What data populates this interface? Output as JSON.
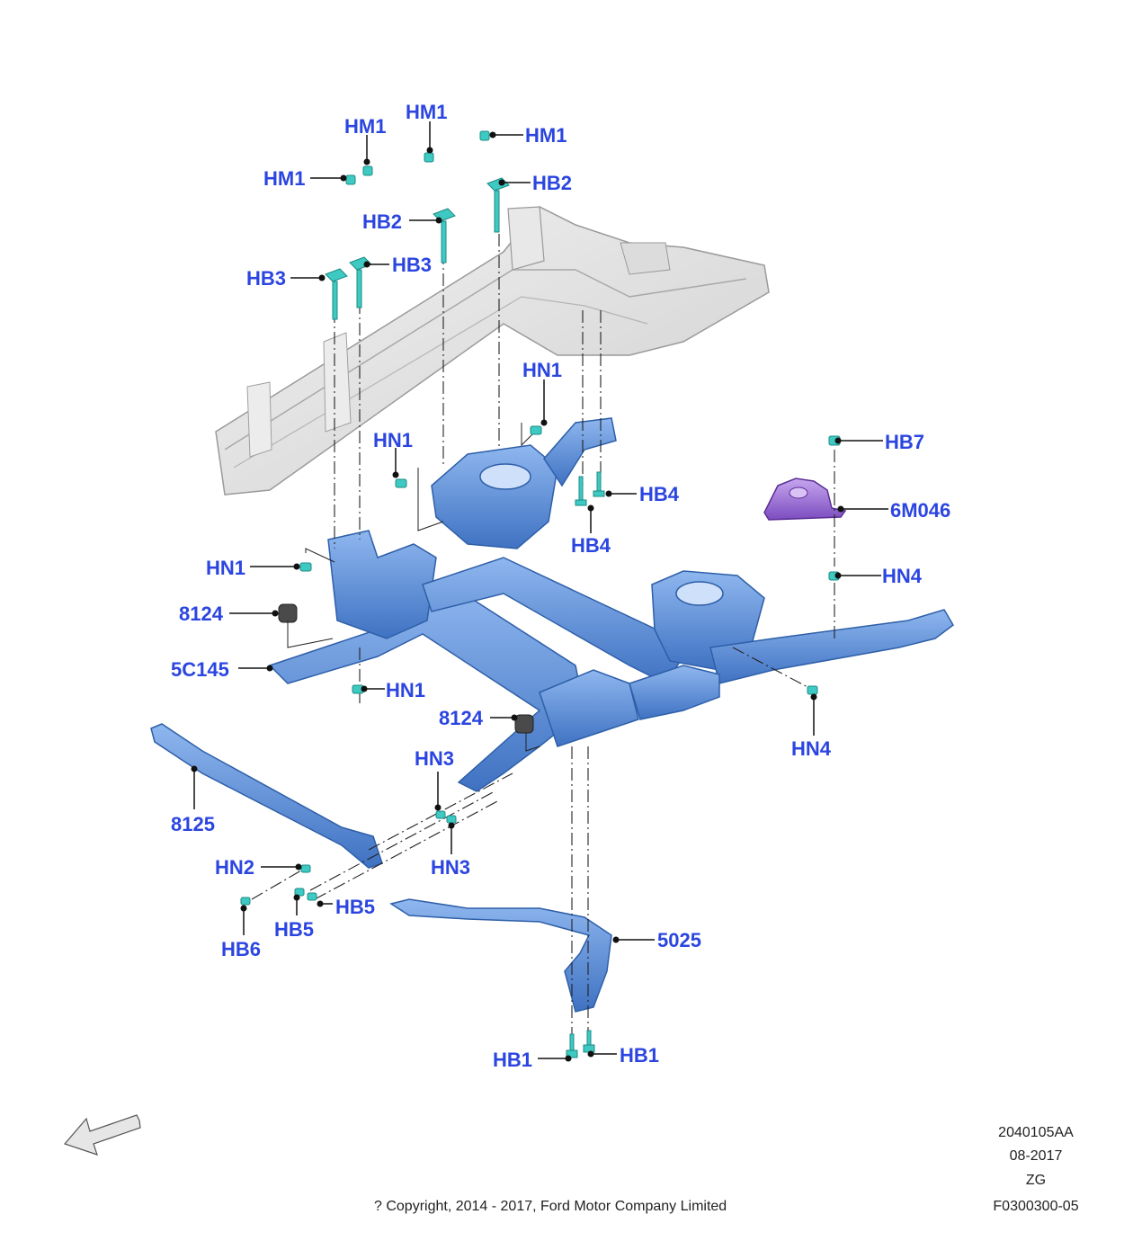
{
  "diagram": {
    "callouts": {
      "hm1_a": "HM1",
      "hm1_b": "HM1",
      "hm1_c": "HM1",
      "hm1_d": "HM1",
      "hb2_a": "HB2",
      "hb2_b": "HB2",
      "hb3_a": "HB3",
      "hb3_b": "HB3",
      "hn1_a": "HN1",
      "hn1_b": "HN1",
      "hn1_c": "HN1",
      "hn1_d": "HN1",
      "hb7": "HB7",
      "p6m046": "6M046",
      "hb4_a": "HB4",
      "hb4_b": "HB4",
      "hn4_a": "HN4",
      "hn4_b": "HN4",
      "p8124_a": "8124",
      "p8124_b": "8124",
      "p5c145": "5C145",
      "p8125": "8125",
      "hn3_a": "HN3",
      "hn3_b": "HN3",
      "hn2": "HN2",
      "hb5_a": "HB5",
      "hb5_b": "HB5",
      "hb6": "HB6",
      "p5025": "5025",
      "hb1_a": "HB1",
      "hb1_b": "HB1"
    },
    "colors": {
      "subframe": "#5b8fd6",
      "subframe_dark": "#2e5fa8",
      "rail": "#e2e2e2",
      "fastener": "#3ec9c2",
      "mount": "#9b6fd0",
      "bushing": "#4a4a4a",
      "callout": "#2b45e0"
    }
  },
  "footer": {
    "copyright": "? Copyright, 2014 - 2017, Ford Motor Company Limited",
    "code": "2040105AA",
    "date": "08-2017",
    "region": "ZG",
    "ref": "F0300300-05"
  }
}
